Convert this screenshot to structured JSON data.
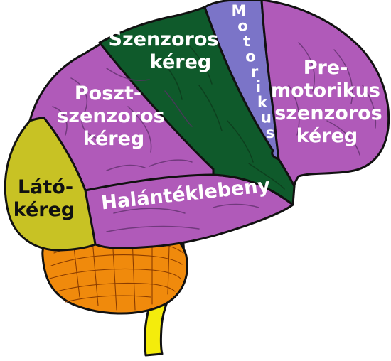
{
  "diagram": {
    "regions": [
      {
        "id": "motor",
        "lines": [
          "Motorikus"
        ],
        "color": "#7b74c8"
      },
      {
        "id": "somatosensory",
        "lines": [
          "Szenzoros",
          "kéreg"
        ],
        "color": "#0f5a2b"
      },
      {
        "id": "premotor",
        "lines": [
          "Pre-",
          "motorikus",
          "szenzoros",
          "kéreg"
        ],
        "color": "#b05ab9"
      },
      {
        "id": "postsensory",
        "lines": [
          "Poszt-",
          "szenzoros",
          "kéreg"
        ],
        "color": "#b05ab9"
      },
      {
        "id": "visual",
        "lines": [
          "Látó-",
          "kéreg"
        ],
        "color": "#c8c224"
      },
      {
        "id": "temporal",
        "lines": [
          "Halántéklebeny"
        ],
        "color": "#b05ab9"
      },
      {
        "id": "cerebellum",
        "lines": [],
        "color": "#f08a0c"
      },
      {
        "id": "brainstem",
        "lines": [],
        "color": "#f4ec0c"
      }
    ]
  }
}
